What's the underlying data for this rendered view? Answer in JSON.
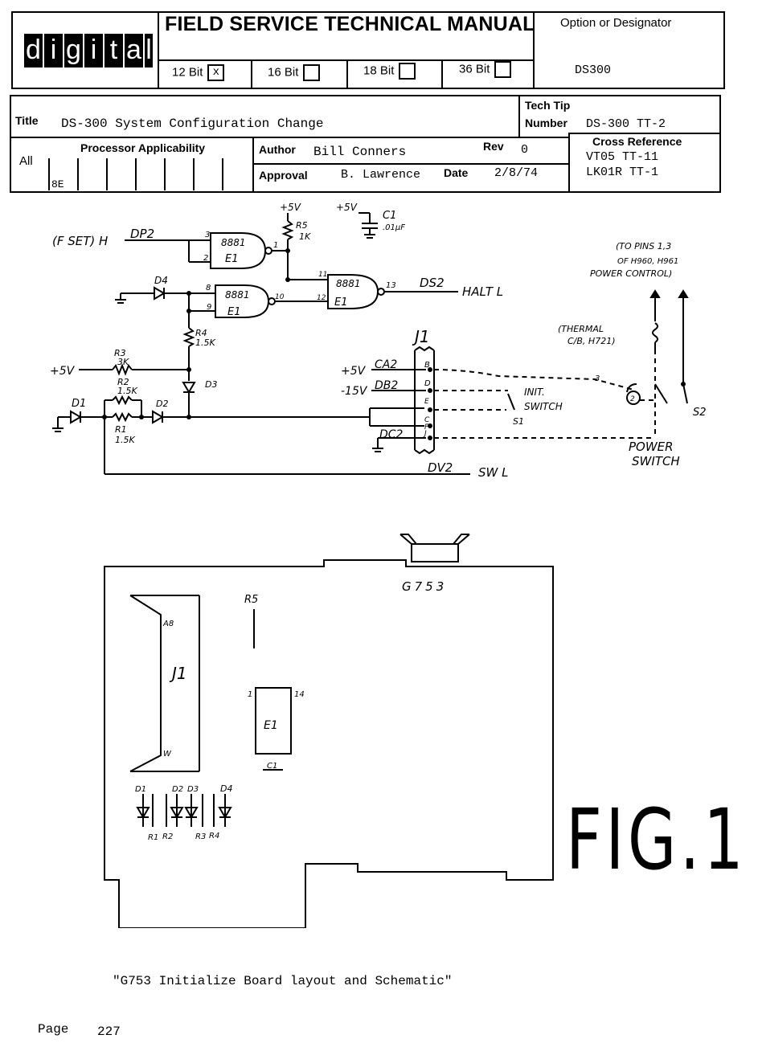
{
  "header": {
    "logo_letters": [
      "d",
      "i",
      "g",
      "i",
      "t",
      "a",
      "l"
    ],
    "manual_title": "FIELD SERVICE TECHNICAL MANUAL",
    "bits": [
      {
        "label": "12 Bit",
        "mark": "x"
      },
      {
        "label": "16 Bit",
        "mark": ""
      },
      {
        "label": "18 Bit",
        "mark": ""
      },
      {
        "label": "36 Bit",
        "mark": ""
      }
    ],
    "option_label": "Option or Designator",
    "option_value": "DS300"
  },
  "info": {
    "title_label": "Title",
    "title_value": "DS-300 System Configuration Change",
    "tech_tip_label": "Tech Tip",
    "number_label": "Number",
    "number_value": "DS-300 TT-2",
    "all_label": "All",
    "processor_label": "Processor Applicability",
    "processor_value": "8E",
    "author_label": "Author",
    "author_value": "Bill Conners",
    "rev_label": "Rev",
    "rev_value": "0",
    "approval_label": "Approval",
    "approval_value": "B. Lawrence",
    "date_label": "Date",
    "date_value": "2/8/74",
    "cross_ref_label": "Cross Reference",
    "cross_refs": [
      "VT05 TT-11",
      "LK01R TT-1"
    ]
  },
  "schematic": {
    "fset": "(F SET) H",
    "dp2": "DP2",
    "plus5v_r5": "+5V",
    "r5": "R5",
    "r5_val": "1K",
    "plus5v_c1": "+5V",
    "c1": "C1",
    "c1_val": ".01μF",
    "d4": "D4",
    "gate1": "8881",
    "gate1_ref": "E1",
    "gate2": "8881",
    "gate2_ref": "E1",
    "gate3": "8881",
    "gate3_ref": "E1",
    "pin3": "3",
    "pin2": "2",
    "pin1": "1",
    "pin8": "8",
    "pin9": "9",
    "pin10": "10",
    "pin11": "11",
    "pin12": "12",
    "pin13": "13",
    "ds2": "DS2",
    "halt": "HALT L",
    "r4": "R4",
    "r4_val": "1.5K",
    "r3": "R3",
    "r3_val": "3K",
    "plus5v_r3": "+5V",
    "r2": "R2",
    "r2_val": "1.5K",
    "r1": "R1",
    "r1_val": "1.5K",
    "d1": "D1",
    "d2": "D2",
    "d3": "D3",
    "j1": "J1",
    "j1_pins": [
      "B",
      "D",
      "E",
      "C",
      "F",
      "J"
    ],
    "ca2_v": "+5V",
    "ca2": "CA2",
    "db2_v": "-15V",
    "db2": "DB2",
    "dc2": "DC2",
    "dv2": "DV2",
    "sw_l": "SW L",
    "init_switch": "INIT.",
    "init_switch2": "SWITCH",
    "s1": "S1",
    "s2": "S2",
    "power_switch": "POWER",
    "power_switch2": "SWITCH",
    "thermal": "(THERMAL",
    "thermal2": "C/B, H721)",
    "to_pins": "(TO PINS 1,3",
    "to_pins2": "OF H960, H961",
    "to_pins3": "POWER CONTROL)",
    "num3": "3",
    "num2": "2"
  },
  "board": {
    "name": "G753",
    "r5": "R5",
    "j1": "J1",
    "a8": "A8",
    "w": "W",
    "e1": "E1",
    "pin1": "1",
    "pin14": "14",
    "c1": "C1",
    "d1": "D1",
    "d2": "D2",
    "d3": "D3",
    "d4": "D4",
    "r1": "R1",
    "r2": "R2",
    "r3": "R3",
    "r4": "R4"
  },
  "figure_label": "FIG.1",
  "caption": "\"G753 Initialize Board layout and Schematic\"",
  "page_label": "Page",
  "page_number": "227"
}
